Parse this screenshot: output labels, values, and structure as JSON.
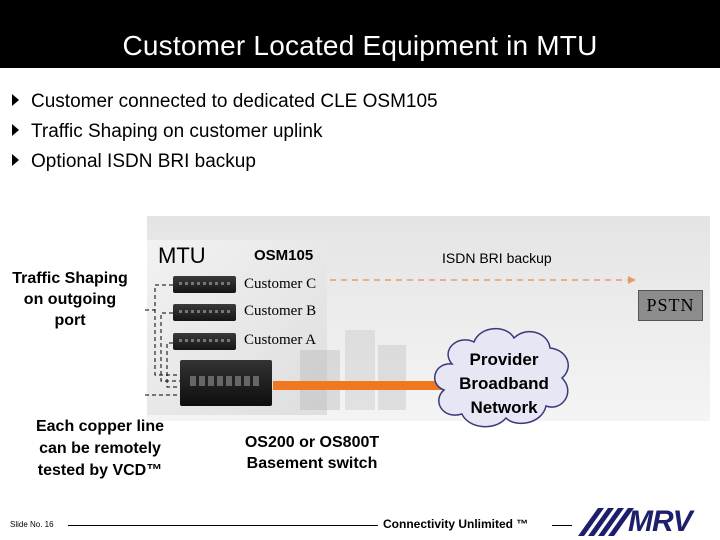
{
  "slide": {
    "title": "Customer Located Equipment in MTU",
    "bullets": [
      "Customer connected to dedicated CLE OSM105",
      "Traffic Shaping on customer uplink",
      "Optional ISDN BRI backup"
    ]
  },
  "diagram": {
    "mtu_label": "MTU",
    "osm_label": "OSM105",
    "isdn_label": "ISDN BRI backup",
    "pstn_label": "PSTN",
    "customers": [
      "Customer C",
      "Customer B",
      "Customer A"
    ],
    "traffic_shaping_note": "Traffic Shaping on outgoing port",
    "copper_note": "Each copper line can be remotely tested by VCD™",
    "switch_note": "OS200 or OS800T Basement switch",
    "cloud_label": "Provider Broadband Network"
  },
  "footer": {
    "slide_number": "Slide No. 16",
    "tagline": "Connectivity Unlimited ™",
    "logo_text": "MRV"
  },
  "colors": {
    "title_bar": "#000000",
    "uplink_orange": "#f07820",
    "cloud_fill": "#e6e6f4",
    "isdn_dash": "#e89a6a",
    "logo_navy": "#1c1f6b"
  }
}
